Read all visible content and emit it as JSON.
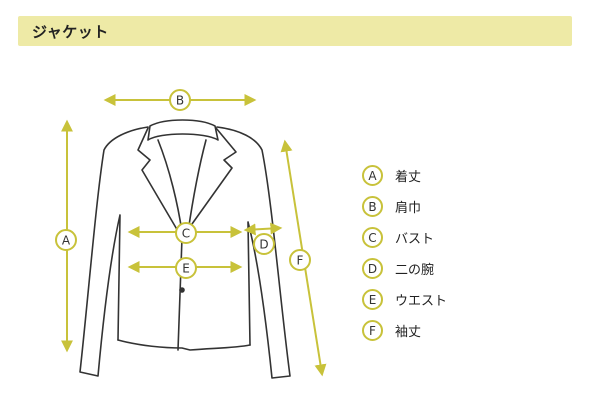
{
  "header": {
    "title": "ジャケット"
  },
  "colors": {
    "accent": "#c8c23a",
    "title_band": "#eeeaa6",
    "outline": "#333333",
    "badge_fill": "#ffffff"
  },
  "markers": {
    "A": "A",
    "B": "B",
    "C": "C",
    "D": "D",
    "E": "E",
    "F": "F"
  },
  "legend": [
    {
      "key": "A",
      "label": "着丈"
    },
    {
      "key": "B",
      "label": "肩巾"
    },
    {
      "key": "C",
      "label": "バスト"
    },
    {
      "key": "D",
      "label": "二の腕"
    },
    {
      "key": "E",
      "label": "ウエスト"
    },
    {
      "key": "F",
      "label": "袖丈"
    }
  ]
}
